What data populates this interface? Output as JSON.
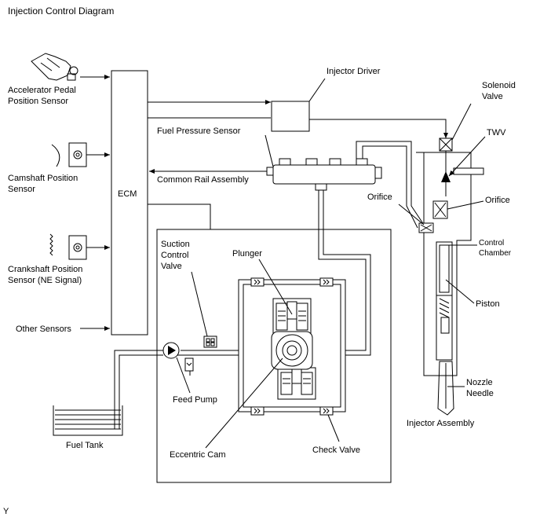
{
  "title": "Injection Control Diagram",
  "footer": "Y",
  "labels": {
    "accelerator": [
      "Accelerator Pedal",
      "Position Sensor"
    ],
    "camshaft": [
      "Camshaft Position",
      "Sensor"
    ],
    "crankshaft": [
      "Crankshaft Position",
      "Sensor (NE Signal)"
    ],
    "other_sensors": "Other Sensors",
    "ecm": "ECM",
    "injector_driver": "Injector Driver",
    "fuel_pressure_sensor": "Fuel Pressure Sensor",
    "common_rail": "Common Rail Assembly",
    "suction_control": [
      "Suction",
      "Control",
      "Valve"
    ],
    "plunger": "Plunger",
    "feed_pump": "Feed Pump",
    "fuel_tank": "Fuel Tank",
    "eccentric_cam": "Eccentric Cam",
    "check_valve": "Check Valve",
    "solenoid_valve": [
      "Solenoid",
      "Valve"
    ],
    "twv": "TWV",
    "orifice_left": "Orifice",
    "orifice_right": "Orifice",
    "control_chamber": [
      "Control",
      "Chamber"
    ],
    "piston": "Piston",
    "nozzle_needle": [
      "Nozzle",
      "Needle"
    ],
    "injector_assembly": "Injector Assembly"
  }
}
